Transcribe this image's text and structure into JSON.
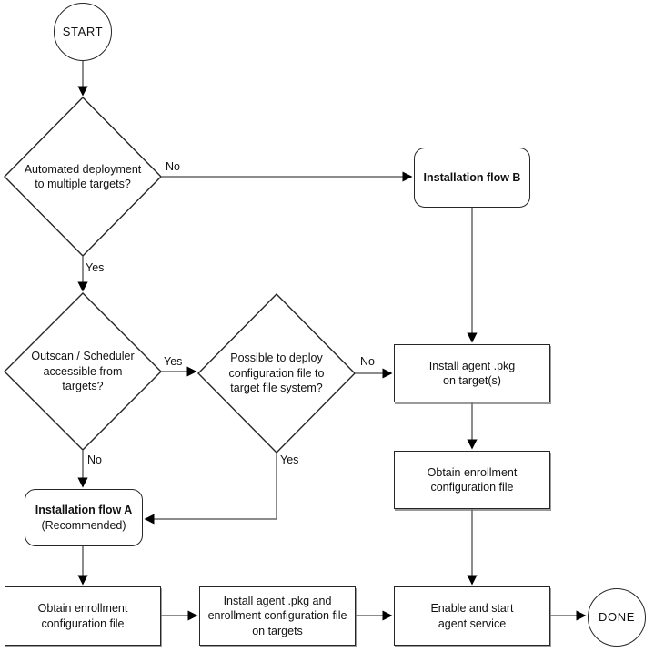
{
  "nodes": {
    "start": {
      "label": "START"
    },
    "decision_multi_targets": {
      "label": [
        "Automated deployment",
        "to multiple targets?"
      ]
    },
    "flow_b": {
      "title": "Installation flow B"
    },
    "decision_outscan": {
      "label": [
        "Outscan / Scheduler",
        "accessible from",
        "targets?"
      ]
    },
    "decision_deploy_config": {
      "label": [
        "Possible to deploy",
        "configuration file to",
        "target file system?"
      ]
    },
    "install_pkg_targets": {
      "label": [
        "Install agent .pkg",
        "on target(s)"
      ]
    },
    "obtain_enrollment_right": {
      "label": [
        "Obtain enrollment",
        "configuration file"
      ]
    },
    "flow_a": {
      "title": "Installation flow A",
      "subtitle": "(Recommended)"
    },
    "obtain_enrollment_left": {
      "label": [
        "Obtain enrollment",
        "configuration file"
      ]
    },
    "install_pkg_and_config": {
      "label": [
        "Install agent .pkg and",
        "enrollment configuration file",
        "on targets"
      ]
    },
    "enable_service": {
      "label": [
        "Enable and start",
        "agent service"
      ]
    },
    "done": {
      "label": "DONE"
    }
  },
  "edge_labels": {
    "multi_targets_no": "No",
    "multi_targets_yes": "Yes",
    "outscan_yes": "Yes",
    "outscan_no": "No",
    "deploy_config_no": "No",
    "deploy_config_yes": "Yes"
  },
  "colors": {
    "line": "#666666",
    "shape_border": "#262626",
    "arrowhead": "#000000",
    "background": "#ffffff"
  }
}
